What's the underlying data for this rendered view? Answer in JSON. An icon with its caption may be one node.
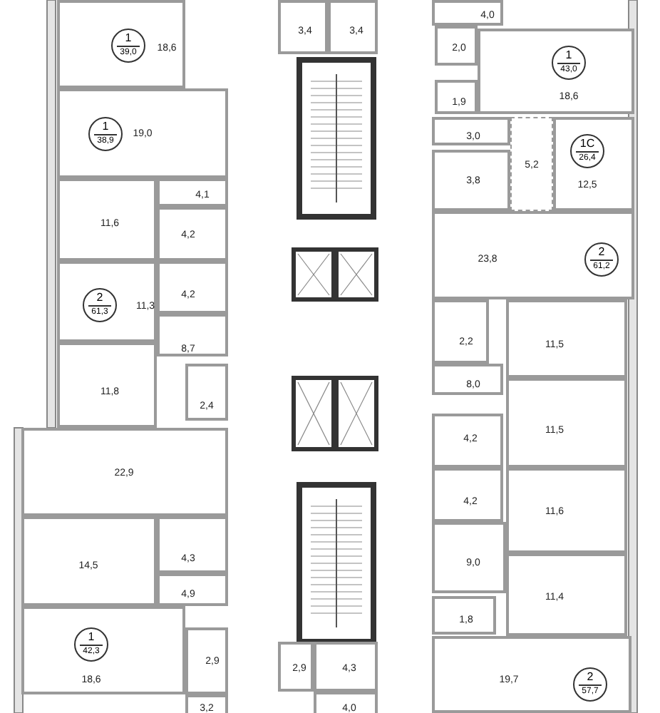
{
  "diagram": {
    "nodes": [
      {
        "text": [
          "18,6"
        ]
      },
      {
        "text": [
          "1",
          "39,0"
        ],
        "in": 0
      },
      {
        "text": [
          "19,0"
        ]
      },
      {
        "text": [
          "1",
          "38,9"
        ],
        "in": 2
      },
      {
        "text": [
          "4,1"
        ]
      },
      {
        "text": [
          "11,6"
        ]
      },
      {
        "text": [
          "4,2"
        ]
      },
      {
        "text": [
          "4,2"
        ]
      },
      {
        "text": [
          "11,3"
        ]
      },
      {
        "text": [
          "2",
          "61,3"
        ],
        "in": 8
      },
      {
        "text": [
          "8,7"
        ]
      },
      {
        "text": [
          "11,8"
        ]
      },
      {
        "text": [
          "2,4"
        ]
      },
      {
        "text": [
          "22,9"
        ]
      },
      {
        "text": [
          "14,5"
        ]
      },
      {
        "text": [
          "4,3"
        ]
      },
      {
        "text": [
          "4,9"
        ]
      },
      {
        "text": [
          "18,6"
        ]
      },
      {
        "text": [
          "1",
          "42,3"
        ],
        "in": 17
      },
      {
        "text": [
          "2,9"
        ]
      },
      {
        "text": [
          "3,2"
        ]
      },
      {
        "text": [
          "3,4"
        ]
      },
      {
        "text": [
          "3,4"
        ]
      },
      {
        "text": [
          "2,9"
        ]
      },
      {
        "text": [
          "4,3"
        ]
      },
      {
        "text": [
          "4,0"
        ]
      },
      {
        "text": [
          "4,0"
        ]
      },
      {
        "text": [
          "2,0"
        ]
      },
      {
        "text": [
          "18,6"
        ]
      },
      {
        "text": [
          "1",
          "43,0"
        ],
        "in": 28
      },
      {
        "text": [
          "1,9"
        ]
      },
      {
        "text": [
          "3,0"
        ]
      },
      {
        "text": [
          "3,8"
        ]
      },
      {
        "text": [
          "5,2"
        ]
      },
      {
        "text": [
          "12,5"
        ]
      },
      {
        "text": [
          "1С",
          "26,4"
        ],
        "in": 34
      },
      {
        "text": [
          "23,8"
        ]
      },
      {
        "text": [
          "2",
          "61,2"
        ],
        "in": 36
      },
      {
        "text": [
          "2,2"
        ]
      },
      {
        "text": [
          "11,5"
        ]
      },
      {
        "text": [
          "8,0"
        ]
      },
      {
        "text": [
          "11,5"
        ]
      },
      {
        "text": [
          "4,2"
        ]
      },
      {
        "text": [
          "4,2"
        ]
      },
      {
        "text": [
          "11,6"
        ]
      },
      {
        "text": [
          "9,0"
        ]
      },
      {
        "text": [
          "11,4"
        ]
      },
      {
        "text": [
          "1,8"
        ]
      },
      {
        "text": [
          "19,7"
        ]
      },
      {
        "text": [
          "2",
          "57,7"
        ],
        "in": 48
      }
    ]
  }
}
